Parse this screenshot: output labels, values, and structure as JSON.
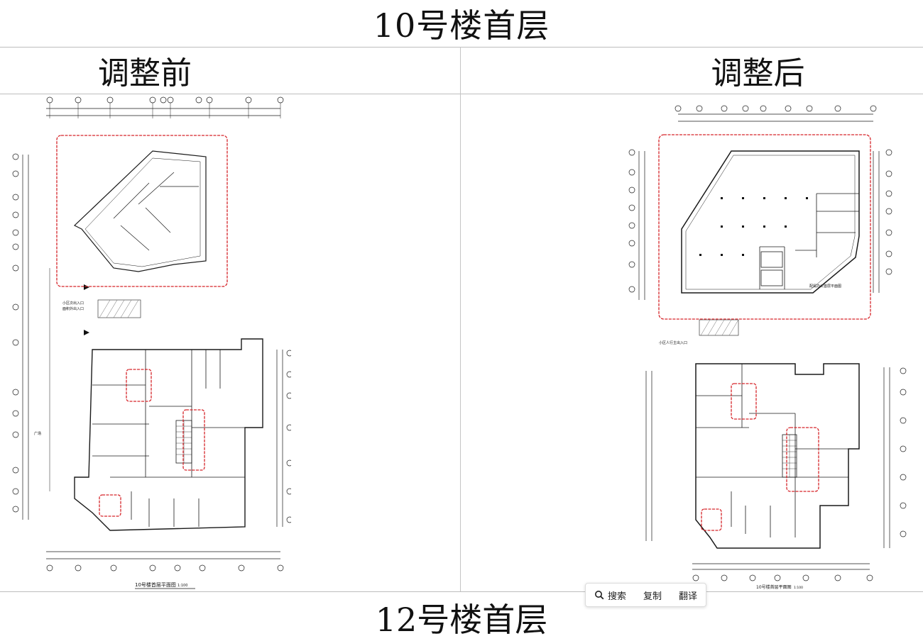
{
  "document": {
    "main_title": "10号楼首层",
    "columns": {
      "before": "调整前",
      "after": "调整后"
    },
    "next_section_title": "12号楼首层"
  },
  "plans": {
    "before": {
      "caption": "10号楼首层平面图",
      "scale": "1:100",
      "labels": {
        "entrance1": "小区次出入口",
        "entrance2": "面积外出入口",
        "plaza": "广场"
      }
    },
    "after": {
      "caption": "10号楼首层平面图",
      "office_caption": "配属办公首层平面图",
      "scale": "1:100",
      "labels": {
        "entrance": "小区人行主出入口"
      }
    }
  },
  "toolbar": {
    "search": "搜索",
    "copy": "复制",
    "translate": "翻译"
  },
  "colors": {
    "revision_cloud": "#d6262b",
    "line": "#1a1a1a",
    "hatch": "#6b6b6b"
  }
}
